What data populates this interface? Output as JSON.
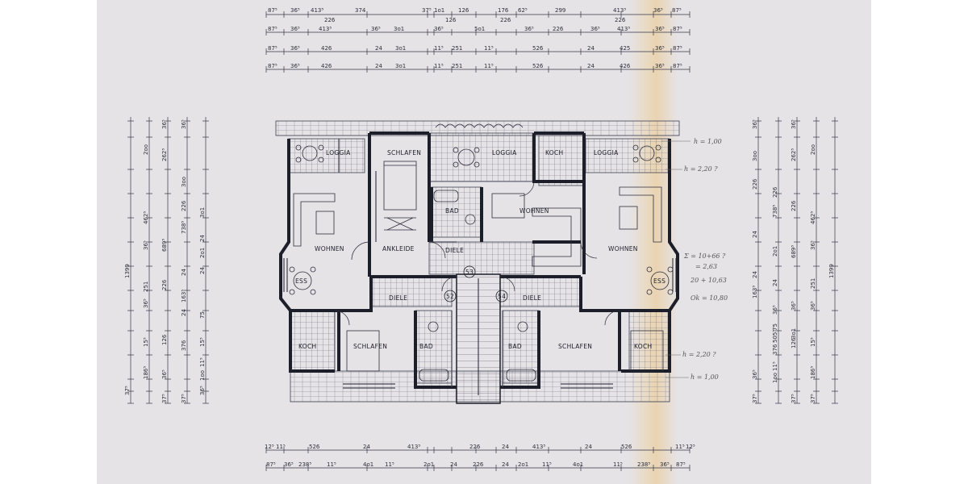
{
  "rooms": {
    "loggia": "LOGGIA",
    "schlafen": "SCHLAFEN",
    "koch": "KOCH",
    "wohnen": "WOHNEN",
    "bad": "BAD",
    "ankleide": "ANKLEIDE",
    "diele": "DIELE",
    "ess": "ESS",
    "unit_52": "52",
    "unit_53": "53",
    "unit_54": "54"
  },
  "dimensions": {
    "top_row1": [
      "87⁵",
      "36⁵",
      "413⁵",
      "374",
      "37⁵",
      "1o1",
      "126",
      "176",
      "62⁵",
      "299",
      "413⁵",
      "36⁵",
      "87⁵"
    ],
    "top_row1b": [
      "226",
      "126",
      "226",
      "226"
    ],
    "top_row2": [
      "87⁵",
      "36⁵",
      "413⁵",
      "36⁵",
      "3o1",
      "36⁵",
      "5o1",
      "36⁵",
      "226",
      "36⁵",
      "413⁵",
      "36⁵",
      "87⁵"
    ],
    "top_row3": [
      "87⁵",
      "36⁵",
      "426",
      "24",
      "3o1",
      "11⁵",
      "251",
      "11⁵",
      "526",
      "24",
      "425",
      "36⁵",
      "87⁵"
    ],
    "top_row4": [
      "87⁵",
      "36⁵",
      "426",
      "24",
      "3o1",
      "11⁵",
      "251",
      "11⁵",
      "526",
      "24",
      "426",
      "36⁵",
      "87⁵"
    ],
    "bottom_row1": [
      "12⁵",
      "11⁵",
      "526",
      "24",
      "413⁵",
      "226",
      "24",
      "413⁵",
      "24",
      "526",
      "11⁵",
      "12⁵"
    ],
    "bottom_row2": [
      "87⁵",
      "36⁵",
      "238⁵",
      "11⁵",
      "4o1",
      "11⁵",
      "2o1",
      "24",
      "226",
      "24",
      "2o1",
      "11⁵",
      "4o1",
      "11⁵",
      "238⁵",
      "36⁵",
      "87⁵"
    ],
    "left_col1": [
      "1399"
    ],
    "left_col2": [
      "2oo",
      "462⁵",
      "36⁵",
      "251",
      "36⁵",
      "15⁵",
      "186⁵",
      "37⁵"
    ],
    "left_col3": [
      "36⁵",
      "262⁵",
      "689⁵",
      "226",
      "126",
      "36⁵",
      "37⁵"
    ],
    "left_col4": [
      "36⁵",
      "3oo",
      "226",
      "738⁵",
      "24",
      "163⁵",
      "24",
      "376",
      "37⁵"
    ],
    "left_col5": [
      "75",
      "15⁵",
      "1oo",
      "11⁵",
      "24",
      "2o1",
      "24",
      "3o1",
      "36⁵"
    ],
    "right_col1": [
      "36⁵",
      "3oo",
      "226",
      "738⁵",
      "24",
      "163⁵",
      "24",
      "376",
      "36⁵",
      "37⁵"
    ],
    "right_col2": [
      "36⁵",
      "262⁵",
      "689⁵",
      "226",
      "126",
      "36⁵",
      "37⁵"
    ],
    "right_col3": [
      "2oo",
      "462⁵",
      "36⁵",
      "251",
      "36⁵",
      "15⁵",
      "186⁵",
      "37⁵"
    ],
    "right_col4": [
      "1399"
    ],
    "right_col5": [
      "505⁵",
      "36⁵",
      "24",
      "1oo",
      "11⁵",
      "75",
      "3o1",
      "226",
      "2o1"
    ]
  },
  "annotations": {
    "h_top1": "h = 1,00",
    "h_top2": "h = 2,20 ?",
    "calc1": "Σ = 10+66 ?",
    "calc2": "= 2,63",
    "calc3": "20 + 10,63",
    "calc4": "Ok = 10,80",
    "h_bot1": "h = 2,20 ?",
    "h_bot2": "h = 1,00"
  }
}
